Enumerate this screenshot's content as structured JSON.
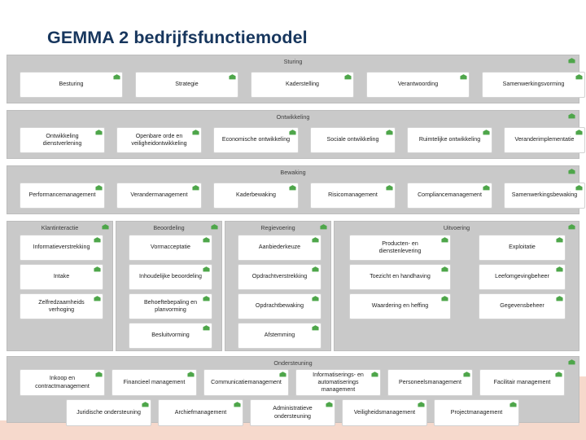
{
  "slide": {
    "title": "GEMMA 2 bedrijfsfunctiemodel",
    "title_color": "#17365d",
    "band_color": "#c9c9c9",
    "box_color": "#ffffff",
    "icon_color": "#4ea64a",
    "accent_color": "#f6d9cc",
    "icon_name": "business-function-icon"
  },
  "bands": [
    {
      "name": "sturing",
      "title": "Sturing",
      "functions": [
        {
          "label": "Besturing"
        },
        {
          "label": "Strategie"
        },
        {
          "label": "Kaderstelling"
        },
        {
          "label": "Verantwoording"
        },
        {
          "label": "Samenwerkingsvorming"
        }
      ]
    },
    {
      "name": "ontwikkeling",
      "title": "Ontwikkeling",
      "functions": [
        {
          "label": "Ontwikkeling\ndienstverlening"
        },
        {
          "label": "Openbare orde en\nveiligheidontwikkeling"
        },
        {
          "label": "Economische ontwikkeling"
        },
        {
          "label": "Sociale ontwikkeling"
        },
        {
          "label": "Ruimtelijke ontwikkeling"
        },
        {
          "label": "Veranderimplementatie"
        }
      ]
    },
    {
      "name": "bewaking",
      "title": "Bewaking",
      "functions": [
        {
          "label": "Performancemanagement"
        },
        {
          "label": "Verandermanagement"
        },
        {
          "label": "Kaderbewaking"
        },
        {
          "label": "Risicomanagement"
        },
        {
          "label": "Compliancemanagement"
        },
        {
          "label": "Samenwerkingsbewaking"
        }
      ]
    }
  ],
  "primary_groups": [
    {
      "name": "klantinteractie",
      "title": "Klantinteractie",
      "functions": [
        {
          "label": "Informatieverstrekking"
        },
        {
          "label": "Intake"
        },
        {
          "label": "Zelfredzaamheids\nverhoging"
        }
      ]
    },
    {
      "name": "beoordeling",
      "title": "Beoordeling",
      "functions": [
        {
          "label": "Vormacceptatie"
        },
        {
          "label": "Inhoudelijke beoordeling"
        },
        {
          "label": "Behoeftebepaling en\nplanvorming"
        },
        {
          "label": "Besluitvorming"
        }
      ]
    },
    {
      "name": "regievoering",
      "title": "Regievoering",
      "functions": [
        {
          "label": "Aanbiederkeuze"
        },
        {
          "label": "Opdrachtverstrekking"
        },
        {
          "label": "Opdrachtbewaking"
        },
        {
          "label": "Afstemming"
        }
      ]
    }
  ],
  "uitvoering": {
    "name": "uitvoering",
    "title": "Uitvoering",
    "column_left": [
      {
        "label": "Producten- en\ndienstenlevering"
      },
      {
        "label": "Toezicht en handhaving"
      },
      {
        "label": "Waardering en heffing"
      }
    ],
    "column_right": [
      {
        "label": "Exploitatie"
      },
      {
        "label": "Leefomgevingbeheer"
      },
      {
        "label": "Gegevensbeheer"
      }
    ]
  },
  "ondersteuning": {
    "name": "ondersteuning",
    "title": "Ondersteuning",
    "row1": [
      {
        "label": "Inkoop en\ncontractmanagement"
      },
      {
        "label": "Financieel management"
      },
      {
        "label": "Communicatiemanagement"
      },
      {
        "label": "Informatiserings- en\nautomatiserings\nmanagement"
      },
      {
        "label": "Personeelsmanagement"
      },
      {
        "label": "Facilitair management"
      }
    ],
    "row2": [
      {
        "label": "Juridische ondersteuning"
      },
      {
        "label": "Archiefmanagement"
      },
      {
        "label": "Administratieve\nondersteuning"
      },
      {
        "label": "Veiligheidsmanagement"
      },
      {
        "label": "Projectmanagement"
      }
    ]
  }
}
